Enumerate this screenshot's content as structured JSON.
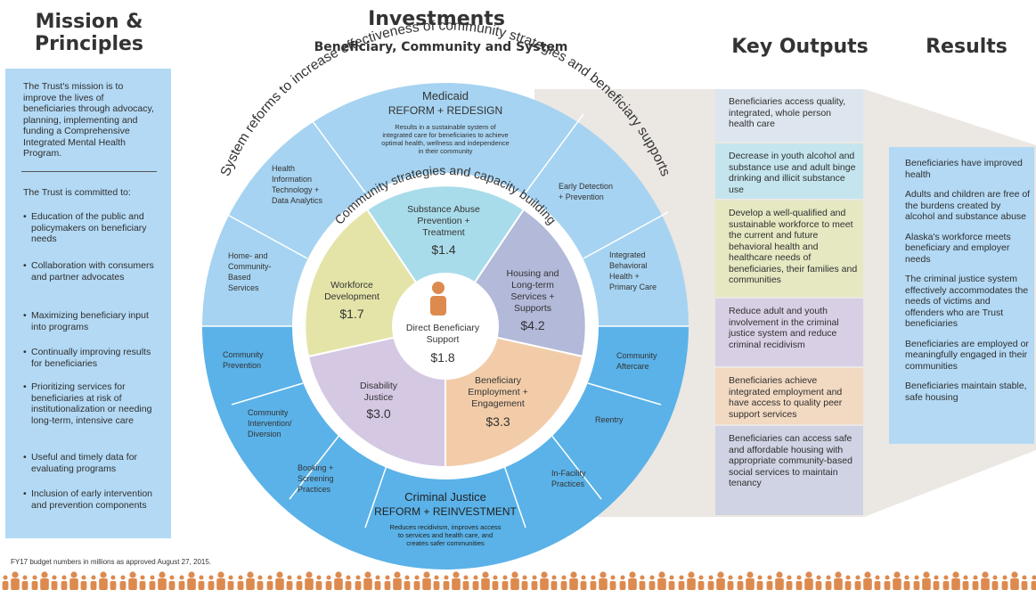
{
  "headers": {
    "mission": [
      "Mission &",
      "Principles"
    ],
    "investments": "Investments",
    "investments_sub": "Beneficiary, Community and System",
    "key_outputs": "Key Outputs",
    "results": "Results"
  },
  "mission": {
    "statement": "The Trust's mission is to improve the lives of beneficiaries through advocacy, planning, implementing and funding a Comprehensive Integrated Mental Health Program.",
    "committed_intro": "The Trust is committed to:",
    "principles": [
      "Education of the public and policymakers on beneficiary needs",
      "Collaboration with consumers and partner advocates",
      "Maximizing beneficiary input into programs",
      "Continually improving results for beneficiaries",
      "Prioritizing services for beneficiaries at risk of institutionalization or needing long-term, intensive care",
      "Useful and timely data for evaluating programs",
      "Inclusion of early intervention and prevention components"
    ]
  },
  "diagram": {
    "outer_arc_label": "System reforms to increase effectiveness of community strategies and beneficiary supports",
    "inner_arc_label": "Community strategies and capacity building",
    "medicaid": {
      "title": "Medicaid",
      "subtitle": "REFORM + REDESIGN",
      "desc": [
        "Results in a sustainable system of",
        "integrated care for beneficiaries to achieve",
        "optimal health, wellness and independence",
        "in their community"
      ]
    },
    "criminal_justice": {
      "title": "Criminal Justice",
      "subtitle": "REFORM + REINVESTMENT",
      "desc": [
        "Reduces recidivism, improves access",
        "to services and health care, and",
        "creates safer communities"
      ]
    },
    "ring_labels": {
      "health_it": [
        "Health",
        "Information",
        "Technology +",
        "Data Analytics"
      ],
      "early_detection": [
        "Early Detection",
        "+ Prevention"
      ],
      "home_community": [
        "Home- and",
        "Community-",
        "Based",
        "Services"
      ],
      "integrated_behavioral": [
        "Integrated",
        "Behavioral",
        "Health +",
        "Primary Care"
      ],
      "community_prevention": [
        "Community",
        "Prevention"
      ],
      "community_aftercare": [
        "Community",
        "Aftercare"
      ],
      "community_intervention": [
        "Community",
        "Intervention/",
        "Diversion"
      ],
      "reentry": [
        "Reentry"
      ],
      "booking": [
        "Booking +",
        "Screening",
        "Practices"
      ],
      "in_facility": [
        "In-Facility",
        "Practices"
      ]
    },
    "segments": {
      "substance": {
        "label": [
          "Substance Abuse",
          "Prevention +",
          "Treatment"
        ],
        "amount": "$1.4"
      },
      "housing": {
        "label": [
          "Housing and",
          "Long-term",
          "Services +",
          "Supports"
        ],
        "amount": "$4.2"
      },
      "employment": {
        "label": [
          "Beneficiary",
          "Employment +",
          "Engagement"
        ],
        "amount": "$3.3"
      },
      "disability": {
        "label": [
          "Disability",
          "Justice"
        ],
        "amount": "$3.0"
      },
      "workforce": {
        "label": [
          "Workforce",
          "Development"
        ],
        "amount": "$1.7"
      }
    },
    "center": {
      "label": [
        "Direct Beneficiary",
        "Support"
      ],
      "amount": "$1.8"
    }
  },
  "key_outputs": [
    {
      "text": "Beneficiaries access quality, integrated, whole person health care",
      "color": "#dde6ee"
    },
    {
      "text": "Decrease in youth alcohol and substance use and adult binge drinking and illicit substance use",
      "color": "#c4e5ee"
    },
    {
      "text": "Develop a well-qualified and sustainable workforce to meet the current and future behavioral health and healthcare needs of beneficiaries, their families and communities",
      "color": "#e6e8c2"
    },
    {
      "text": "Reduce adult and youth involvement in the criminal justice system and reduce criminal recidivism",
      "color": "#d9cfe5"
    },
    {
      "text": "Beneficiaries achieve integrated employment and have access to quality peer support services",
      "color": "#f2d9c2"
    },
    {
      "text": "Beneficiaries can access safe and affordable housing with appropriate community-based social services to maintain tenancy",
      "color": "#cfd3e3"
    }
  ],
  "results": [
    "Beneficiaries have improved health",
    "Adults and children are free of the burdens created by alcohol and substance abuse",
    "Alaska's workforce meets beneficiary and employer needs",
    "The criminal justice system effectively accommodates the needs of victims and offenders who are Trust beneficiaries",
    "Beneficiaries are employed or meaningfully engaged in their communities",
    "Beneficiaries maintain stable, safe housing"
  ],
  "footnote": "FY17 budget numbers in millions as approved August 27, 2015.",
  "colors": {
    "outer_top": "#a6d3f1",
    "outer_bottom": "#5ab2e8",
    "inner_ring": "#ffffff",
    "substance": "#a9dcea",
    "housing": "#b3b9d9",
    "employment": "#f2cca9",
    "disability": "#d5c8e3",
    "workforce": "#e4e4a8",
    "person_icon": "#dd8a4f",
    "mission_bg": "#b3d9f4",
    "connector": "#ebe7e3"
  }
}
